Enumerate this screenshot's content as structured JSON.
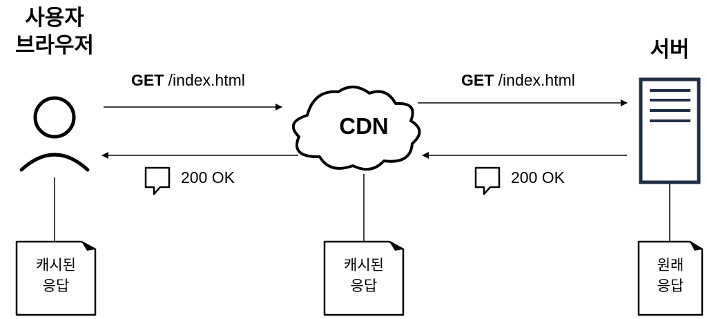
{
  "actors": {
    "browser": {
      "line1": "사용자",
      "line2": "브라우저",
      "icon": "user-icon"
    },
    "cdn": {
      "label": "CDN",
      "icon": "cloud-icon"
    },
    "server": {
      "label": "서버",
      "icon": "server-icon",
      "color": "#1f2d44"
    }
  },
  "messages": {
    "request_browser_to_cdn": {
      "method": "GET",
      "path": " /index.html"
    },
    "request_cdn_to_server": {
      "method": "GET",
      "path": " /index.html"
    },
    "response_cdn_to_browser": {
      "text": "200 OK",
      "icon": "speech-bubble-icon"
    },
    "response_server_to_cdn": {
      "text": "200 OK",
      "icon": "speech-bubble-icon"
    }
  },
  "notes": {
    "browser": {
      "line1": "캐시된",
      "line2": "응답"
    },
    "cdn": {
      "line1": "캐시된",
      "line2": "응답"
    },
    "server": {
      "line1": "원래",
      "line2": "응답"
    }
  }
}
